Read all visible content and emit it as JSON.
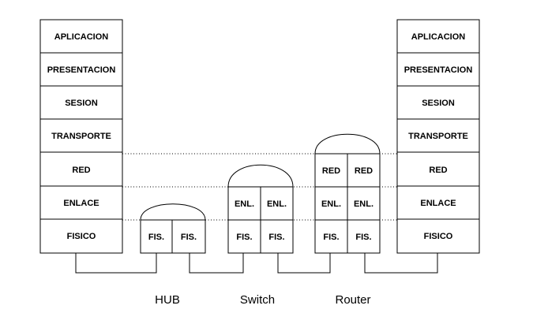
{
  "left_stack": {
    "layers": [
      "APLICACION",
      "PRESENTACION",
      "SESION",
      "TRANSPORTE",
      "RED",
      "ENLACE",
      "FISICO"
    ]
  },
  "right_stack": {
    "layers": [
      "APLICACION",
      "PRESENTACION",
      "SESION",
      "TRANSPORTE",
      "RED",
      "ENLACE",
      "FISICO"
    ]
  },
  "hub": {
    "label": "HUB",
    "ports": [
      {
        "fisico": "FIS."
      },
      {
        "fisico": "FIS."
      }
    ]
  },
  "switch": {
    "label": "Switch",
    "ports": [
      {
        "enlace": "ENL.",
        "fisico": "FIS."
      },
      {
        "enlace": "ENL.",
        "fisico": "FIS."
      }
    ]
  },
  "router": {
    "label": "Router",
    "ports": [
      {
        "red": "RED",
        "enlace": "ENL.",
        "fisico": "FIS."
      },
      {
        "red": "RED",
        "enlace": "ENL.",
        "fisico": "FIS."
      }
    ]
  }
}
